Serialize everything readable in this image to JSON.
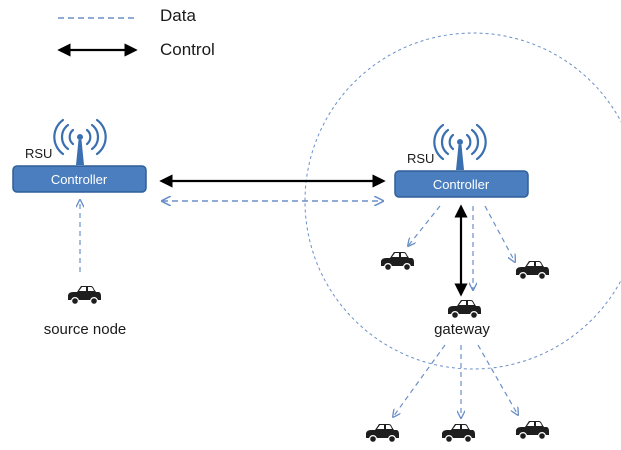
{
  "legend": {
    "data_label": "Data",
    "control_label": "Control"
  },
  "rsu_left": {
    "rsu_label": "RSU",
    "controller_label": "Controller"
  },
  "rsu_right": {
    "rsu_label": "RSU",
    "controller_label": "Controller"
  },
  "nodes": {
    "source_label": "source node",
    "gateway_label": "gateway"
  },
  "colors": {
    "controller_fill": "#4a7ebf",
    "controller_border": "#2f5f97",
    "tower": "#3a6fb0",
    "data_line": "#6a8fc8",
    "control_line": "#000000",
    "car": "#1e1e1e"
  },
  "icons": [
    "wifi-tower-icon",
    "car-icon"
  ]
}
